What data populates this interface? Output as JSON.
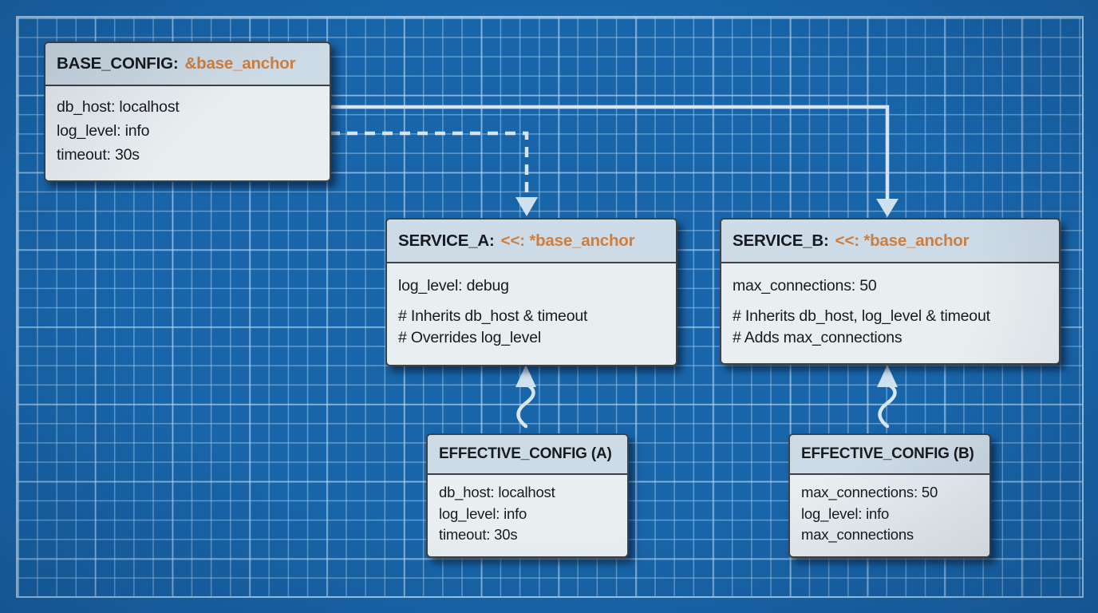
{
  "diagram": {
    "title_semantic": "YAML anchor and merge-key inheritance blueprint",
    "colors": {
      "background_blue": "#1966aa",
      "grid_line": "#5b9ed6",
      "frame_line": "#9ec8e8",
      "node_header_bg": "#cddbe6",
      "node_body_bg": "#e9eef1",
      "node_border": "#3d4246",
      "text": "#171b1f",
      "accent_orange": "#cd7e3f",
      "arrow_light": "#d5e4f0"
    },
    "boxes": {
      "base_config": {
        "title": "BASE_CONFIG:",
        "anchor": "&base_anchor",
        "lines": [
          "db_host: localhost",
          "log_level: info",
          "timeout: 30s"
        ]
      },
      "service_a": {
        "title": "SERVICE_A:",
        "anchor": "<<: *base_anchor",
        "lines": [
          "log_level: debug"
        ],
        "comments": [
          "# Inherits db_host & timeout",
          "# Overrides log_level"
        ]
      },
      "service_b": {
        "title": "SERVICE_B:",
        "anchor": "<<: *base_anchor",
        "lines": [
          "max_connections: 50"
        ],
        "comments": [
          "# Inherits db_host, log_level & timeout",
          "# Adds max_connections"
        ]
      },
      "effective_a": {
        "title": "EFFECTIVE_CONFIG (A)",
        "lines": [
          "db_host: localhost",
          "log_level: info",
          "timeout: 30s"
        ]
      },
      "effective_b": {
        "title": "EFFECTIVE_CONFIG (B)",
        "lines": [
          "max_connections: 50",
          "log_level: info",
          "max_connections"
        ]
      }
    },
    "connectors": {
      "solid_arrow": "BASE_CONFIG to SERVICE_B",
      "dashed_arrow": "BASE_CONFIG to SERVICE_A",
      "wave_arrow_a": "EFFECTIVE_CONFIG (A) to SERVICE_A",
      "wave_arrow_b": "EFFECTIVE_CONFIG (B) to SERVICE_B"
    }
  }
}
